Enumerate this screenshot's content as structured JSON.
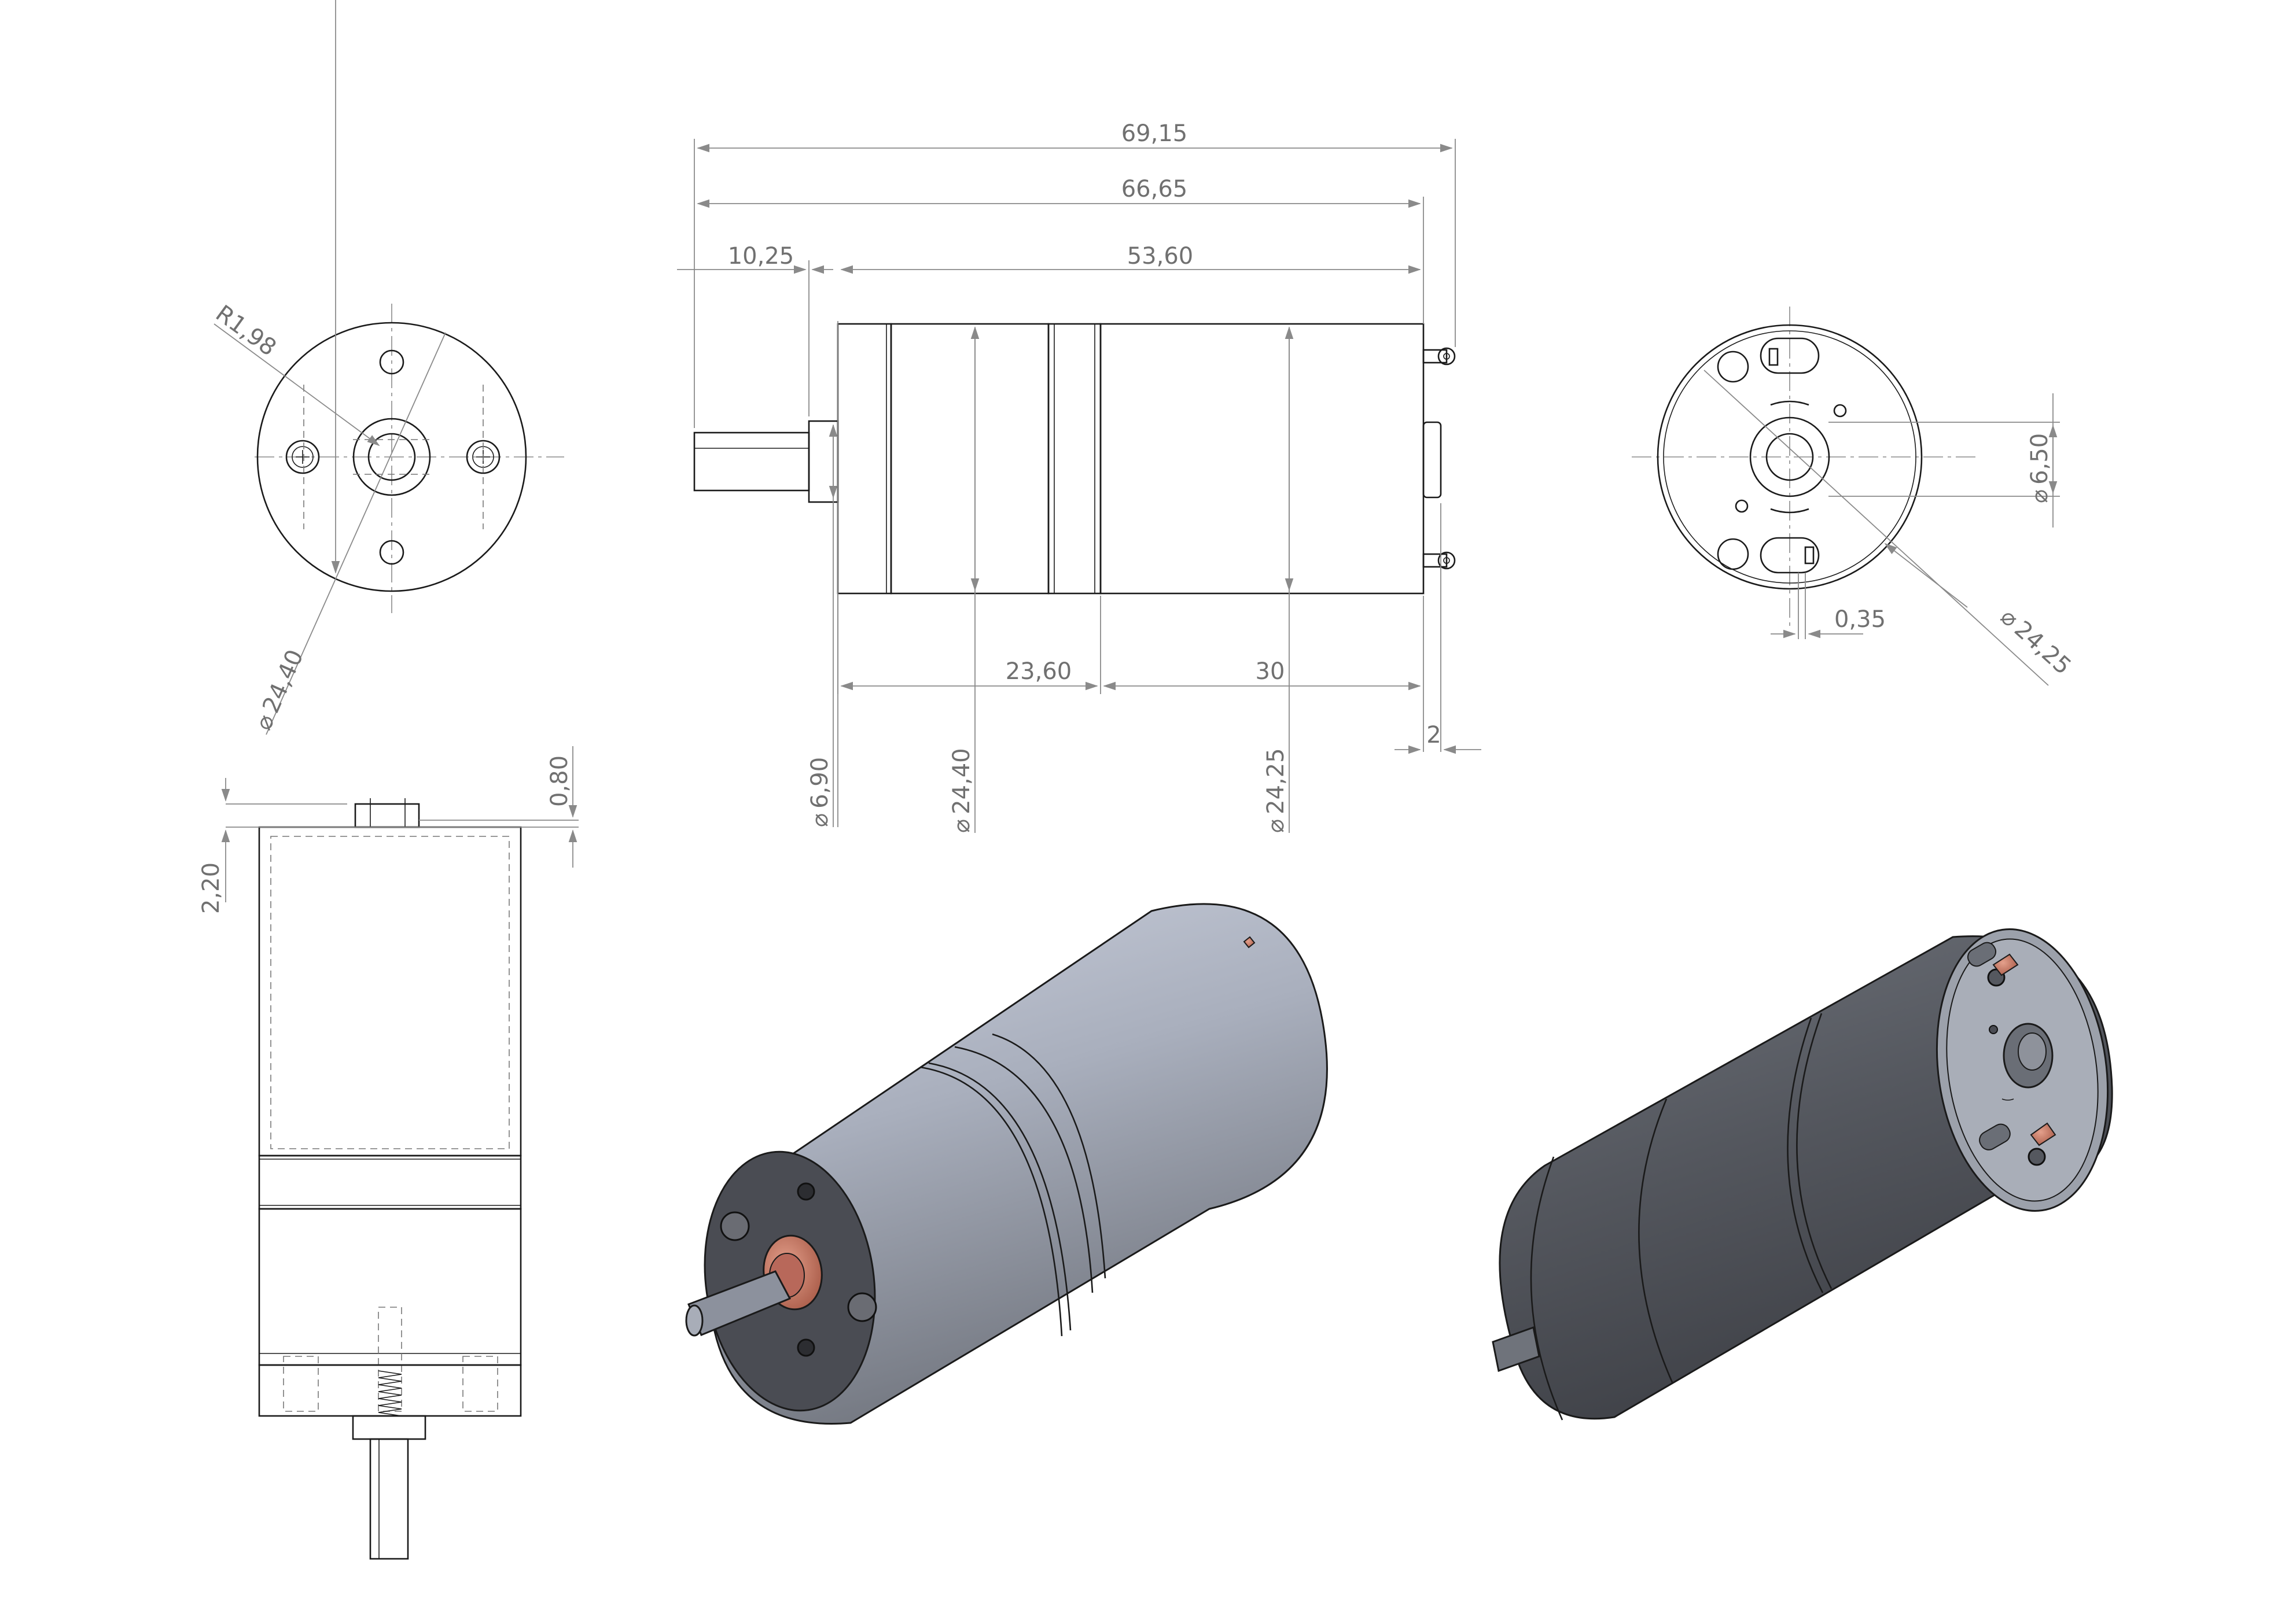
{
  "drawing": {
    "top_view": {
      "overall_length": "69,15",
      "body_length": "66,65",
      "shaft_length": "10,25",
      "motor_length": "53,60",
      "gearbox_length": "23,60",
      "can_length": "30",
      "terminal_offset": "2",
      "shaft_diameter": "6,90",
      "gearbox_diameter": "24,40",
      "can_diameter": "24,25"
    },
    "front_view": {
      "hole_radius": "R1,98",
      "diameter": "24,40"
    },
    "rear_view": {
      "bushing_diameter": "6,50",
      "offset": "0,35",
      "diameter": "24,25"
    },
    "side_view": {
      "terminal_height": "0,80",
      "cap_height": "2,20"
    },
    "diameter_symbol": "⌀"
  },
  "colors": {
    "line": "#1a1a1a",
    "dimension": "#8a8a8a",
    "body_light": "#a6adbb",
    "body_dark": "#4d5057",
    "copper": "#c9745f"
  }
}
